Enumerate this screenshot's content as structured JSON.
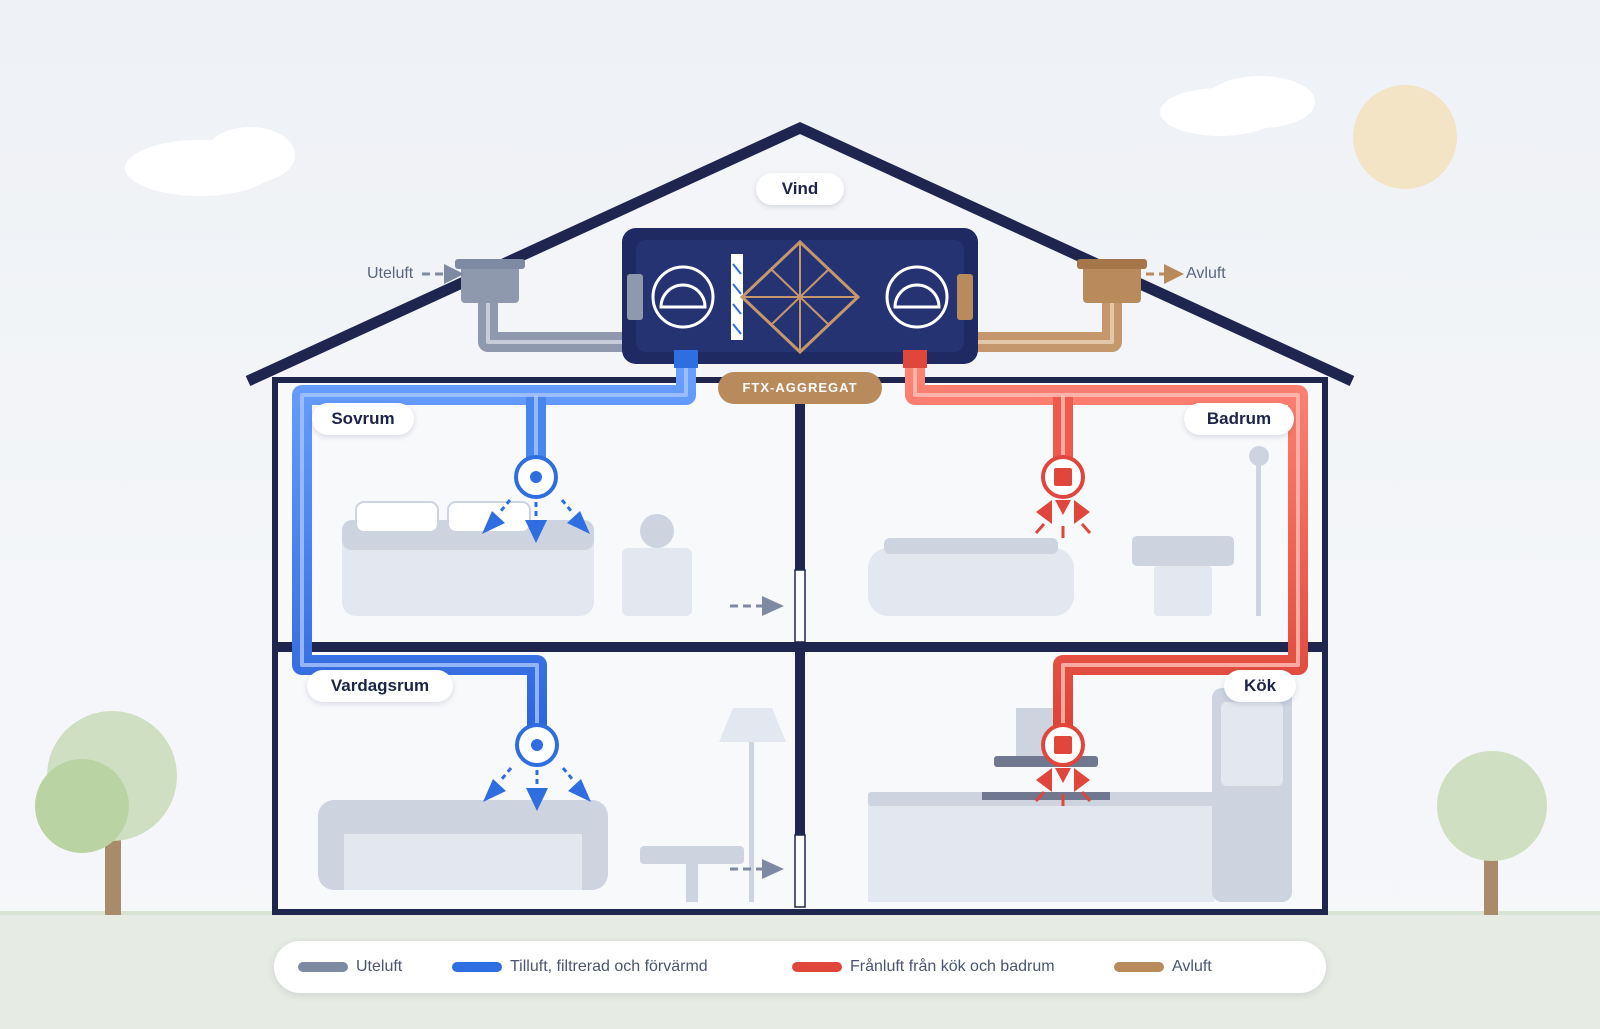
{
  "attic_label": "Vind",
  "unit_label": "FTX-AGGREGAT",
  "outdoor_air_label": "Uteluft",
  "exhaust_air_label": "Avluft",
  "rooms": {
    "bedroom": "Sovrum",
    "bathroom": "Badrum",
    "living_room": "Vardagsrum",
    "kitchen": "Kök"
  },
  "legend": [
    {
      "label": "Uteluft",
      "color": "#7e8aa2"
    },
    {
      "label": "Tilluft, filtrerad och förvärmd",
      "color": "#2f6ee0"
    },
    {
      "label": "Frånluft från kök och badrum",
      "color": "#e0463c"
    },
    {
      "label": "Avluft",
      "color": "#b98a5b"
    }
  ],
  "colors": {
    "house_frame": "#1e2650",
    "unit_body": "#263373",
    "supply": "#2f6ee0",
    "extract": "#e0463c",
    "outdoor": "#7e8aa2",
    "exhaust": "#b98a5b",
    "sun": "#f3e4c6",
    "tree": "#b9d3a3"
  }
}
